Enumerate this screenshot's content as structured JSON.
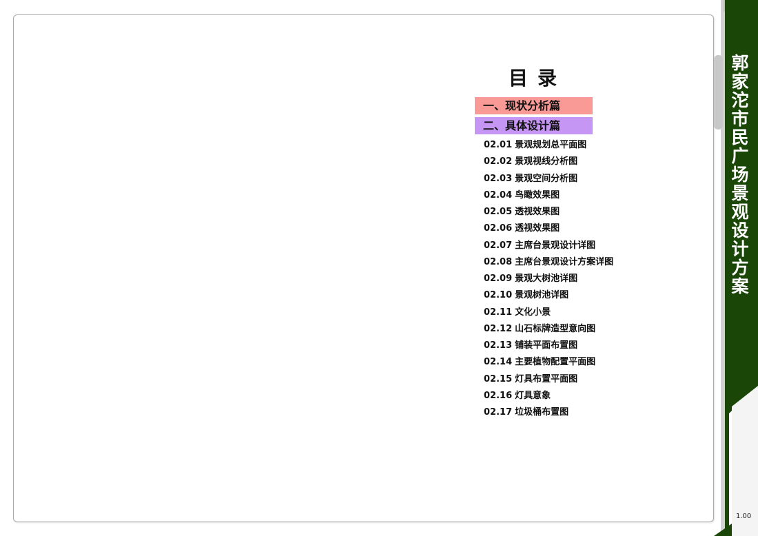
{
  "toc": {
    "title": "目录",
    "sections": [
      {
        "label": "一、现状分析篇",
        "color": "#f99a97"
      },
      {
        "label": "二、具体设计篇",
        "color": "#c596f4"
      }
    ],
    "items": [
      {
        "num": "02.01",
        "label": "景观规划总平面图"
      },
      {
        "num": "02.02",
        "label": "景观视线分析图"
      },
      {
        "num": "02.03",
        "label": "景观空间分析图"
      },
      {
        "num": "02.04",
        "label": "鸟瞰效果图"
      },
      {
        "num": "02.05",
        "label": "透视效果图"
      },
      {
        "num": "02.06",
        "label": "透视效果图"
      },
      {
        "num": "02.07",
        "label": "主席台景观设计详图"
      },
      {
        "num": "02.08",
        "label": "主席台景观设计方案详图"
      },
      {
        "num": "02.09",
        "label": "景观大树池详图"
      },
      {
        "num": "02.10",
        "label": "景观树池详图"
      },
      {
        "num": "02.11",
        "label": "文化小景"
      },
      {
        "num": "02.12",
        "label": "山石标牌造型意向图"
      },
      {
        "num": "02.13",
        "label": "铺装平面布置图"
      },
      {
        "num": "02.14",
        "label": "主要植物配置平面图"
      },
      {
        "num": "02.15",
        "label": "灯具布置平面图"
      },
      {
        "num": "02.16",
        "label": "灯具意象"
      },
      {
        "num": "02.17",
        "label": "垃圾桶布置图"
      }
    ]
  },
  "sidebar": {
    "project_title": "郭家沱市民广场景观设计方案",
    "page_number": "1.00",
    "color_dark_green": "#1a4708",
    "color_gray": "#c8c8c8"
  }
}
